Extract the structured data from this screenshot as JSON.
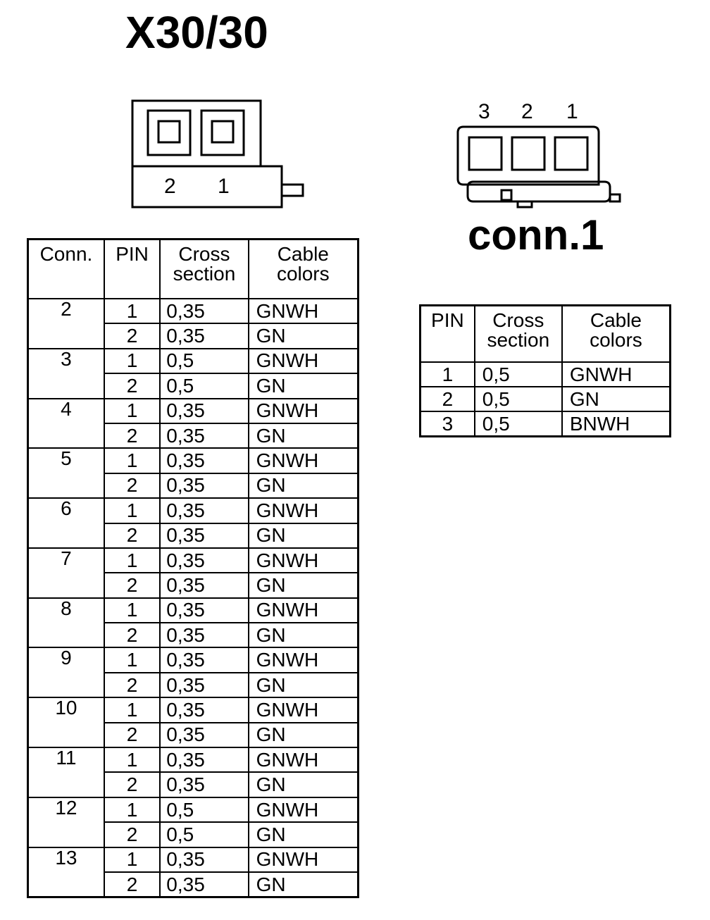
{
  "x30": {
    "title": "X30/30",
    "pin_labels": [
      "2",
      "1"
    ]
  },
  "conn1": {
    "title": "conn.1",
    "pin_labels": [
      "3",
      "2",
      "1"
    ]
  },
  "main_table": {
    "headers": {
      "conn": "Conn.",
      "pin": "PIN",
      "cross_1": "Cross",
      "cross_2": "section",
      "cable_1": "Cable",
      "cable_2": "colors"
    },
    "groups": [
      {
        "conn": "2",
        "rows": [
          {
            "pin": "1",
            "cs": "0,35",
            "color": "GNWH"
          },
          {
            "pin": "2",
            "cs": "0,35",
            "color": "GN"
          }
        ]
      },
      {
        "conn": "3",
        "rows": [
          {
            "pin": "1",
            "cs": "0,5",
            "color": "GNWH"
          },
          {
            "pin": "2",
            "cs": "0,5",
            "color": "GN"
          }
        ]
      },
      {
        "conn": "4",
        "rows": [
          {
            "pin": "1",
            "cs": "0,35",
            "color": "GNWH"
          },
          {
            "pin": "2",
            "cs": "0,35",
            "color": "GN"
          }
        ]
      },
      {
        "conn": "5",
        "rows": [
          {
            "pin": "1",
            "cs": "0,35",
            "color": "GNWH"
          },
          {
            "pin": "2",
            "cs": "0,35",
            "color": "GN"
          }
        ]
      },
      {
        "conn": "6",
        "rows": [
          {
            "pin": "1",
            "cs": "0,35",
            "color": "GNWH"
          },
          {
            "pin": "2",
            "cs": "0,35",
            "color": "GN"
          }
        ]
      },
      {
        "conn": "7",
        "rows": [
          {
            "pin": "1",
            "cs": "0,35",
            "color": "GNWH"
          },
          {
            "pin": "2",
            "cs": "0,35",
            "color": "GN"
          }
        ]
      },
      {
        "conn": "8",
        "rows": [
          {
            "pin": "1",
            "cs": "0,35",
            "color": "GNWH"
          },
          {
            "pin": "2",
            "cs": "0,35",
            "color": "GN"
          }
        ]
      },
      {
        "conn": "9",
        "rows": [
          {
            "pin": "1",
            "cs": "0,35",
            "color": "GNWH"
          },
          {
            "pin": "2",
            "cs": "0,35",
            "color": "GN"
          }
        ]
      },
      {
        "conn": "10",
        "rows": [
          {
            "pin": "1",
            "cs": "0,35",
            "color": "GNWH"
          },
          {
            "pin": "2",
            "cs": "0,35",
            "color": "GN"
          }
        ]
      },
      {
        "conn": "11",
        "rows": [
          {
            "pin": "1",
            "cs": "0,35",
            "color": "GNWH"
          },
          {
            "pin": "2",
            "cs": "0,35",
            "color": "GN"
          }
        ]
      },
      {
        "conn": "12",
        "rows": [
          {
            "pin": "1",
            "cs": "0,5",
            "color": "GNWH"
          },
          {
            "pin": "2",
            "cs": "0,5",
            "color": "GN"
          }
        ]
      },
      {
        "conn": "13",
        "rows": [
          {
            "pin": "1",
            "cs": "0,35",
            "color": "GNWH"
          },
          {
            "pin": "2",
            "cs": "0,35",
            "color": "GN"
          }
        ]
      }
    ]
  },
  "conn1_table": {
    "headers": {
      "pin": "PIN",
      "cross_1": "Cross",
      "cross_2": "section",
      "cable_1": "Cable",
      "cable_2": "colors"
    },
    "rows": [
      {
        "pin": "1",
        "cs": "0,5",
        "color": "GNWH"
      },
      {
        "pin": "2",
        "cs": "0,5",
        "color": "GN"
      },
      {
        "pin": "3",
        "cs": "0,5",
        "color": "BNWH"
      }
    ]
  }
}
